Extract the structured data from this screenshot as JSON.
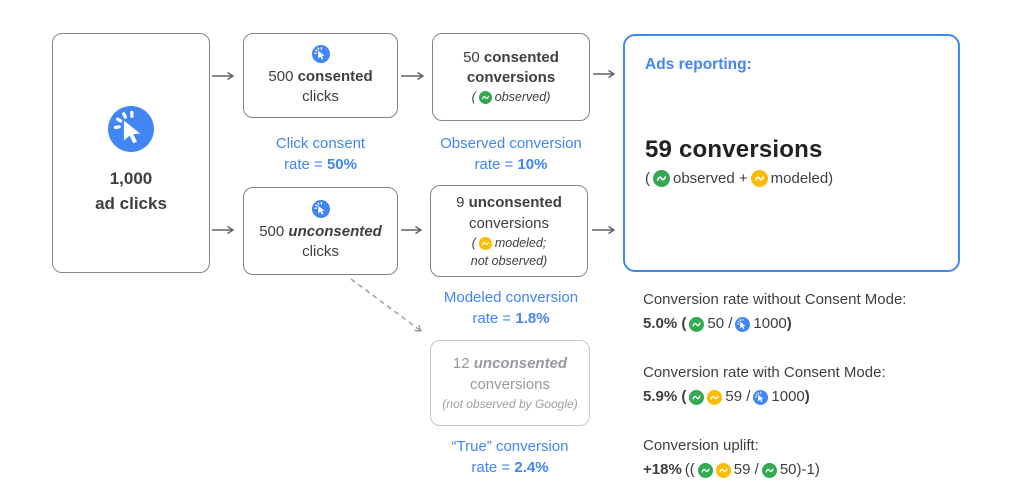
{
  "colors": {
    "accent_blue": "#4285f4",
    "green_observed": "#34a853",
    "yellow_modeled": "#fbbc04",
    "text_dark": "#3c4043",
    "muted_gray": "#9aa0a6"
  },
  "source_box": {
    "value": "1,000",
    "label": "ad clicks"
  },
  "consented_clicks_box": {
    "count": "500 ",
    "emph": "consented",
    "line2": "clicks"
  },
  "click_consent_label": {
    "line1": "Click consent",
    "rate_prefix": "rate = ",
    "rate": "50%"
  },
  "consented_conversions_box": {
    "count": "50 ",
    "emph": "consented",
    "line2": "conversions",
    "open": "(",
    "annotation": "observed)"
  },
  "observed_label": {
    "line1": "Observed conversion",
    "rate_prefix": "rate = ",
    "rate": "10%"
  },
  "unconsented_clicks_box": {
    "count": "500 ",
    "emph": "unconsented",
    "line2": "clicks"
  },
  "unconsented_conversions_box": {
    "count": "9 ",
    "emph": "unconsented",
    "line2": "conversions",
    "open": "(",
    "annotation1": "modeled;",
    "annotation2": "not observed)"
  },
  "modeled_label": {
    "line1": "Modeled conversion",
    "rate_prefix": "rate = ",
    "rate": "1.8%"
  },
  "hidden_conversions_box": {
    "count": "12 ",
    "emph": "unconsented",
    "line2": "conversions",
    "annotation": "(not observed by Google)"
  },
  "true_label": {
    "line1": "“True” conversion",
    "rate_prefix": "rate = ",
    "rate": "2.4%"
  },
  "ads_reporting": {
    "title": "Ads reporting:",
    "headline": "59 conversions",
    "open": "(",
    "observed": "observed +",
    "modeled": "modeled)"
  },
  "stats": {
    "without": {
      "label": "Conversion rate without Consent Mode:",
      "lead": "5.0% (",
      "num1": "50 /",
      "num2": "1000",
      "close": ")"
    },
    "with": {
      "label": "Conversion rate with Consent Mode:",
      "lead": "5.9% (",
      "num1": "59 /",
      "num2": "1000",
      "close": ")"
    },
    "uplift": {
      "label": "Conversion uplift:",
      "lead": "+18%",
      "open": "((",
      "num1": "59 /",
      "num2": "50)-1)"
    }
  }
}
